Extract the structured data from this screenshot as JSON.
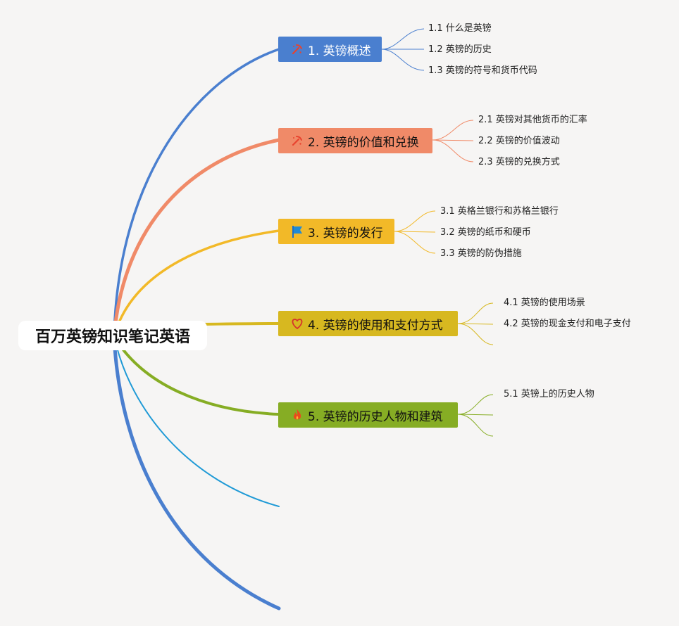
{
  "root": {
    "title": "百万英镑知识笔记英语"
  },
  "colors": {
    "blue": "#4a7fcf",
    "orange": "#f08a68",
    "yellow": "#f2b928",
    "olive": "#d7b820",
    "green": "#86ad24",
    "teal": "#1f9ad6"
  },
  "branches": [
    {
      "label": "1. 英镑概述",
      "icon": "pickaxe-icon",
      "color": "#4a7fcf",
      "subs": [
        "1.1 什么是英镑",
        "1.2 英镑的历史",
        "1.3 英镑的符号和货币代码"
      ]
    },
    {
      "label": "2. 英镑的价值和兑换",
      "icon": "pickaxe-icon",
      "color": "#f08a68",
      "subs": [
        "2.1 英镑对其他货币的汇率",
        "2.2 英镑的价值波动",
        "2.3 英镑的兑换方式"
      ]
    },
    {
      "label": "3. 英镑的发行",
      "icon": "flag-icon",
      "color": "#f2b928",
      "subs": [
        "3.1 英格兰银行和苏格兰银行",
        "3.2 英镑的纸币和硬币",
        "3.3 英镑的防伪措施"
      ]
    },
    {
      "label": "4. 英镑的使用和支付方式",
      "icon": "heart-icon",
      "color": "#d7b820",
      "subs": [
        "4.1 英镑的使用场景",
        "4.2 英镑的现金支付和电子支付"
      ]
    },
    {
      "label": "5. 英镑的历史人物和建筑",
      "icon": "fire-icon",
      "color": "#86ad24",
      "subs": [
        "5.1 英镑上的历史人物"
      ]
    }
  ]
}
